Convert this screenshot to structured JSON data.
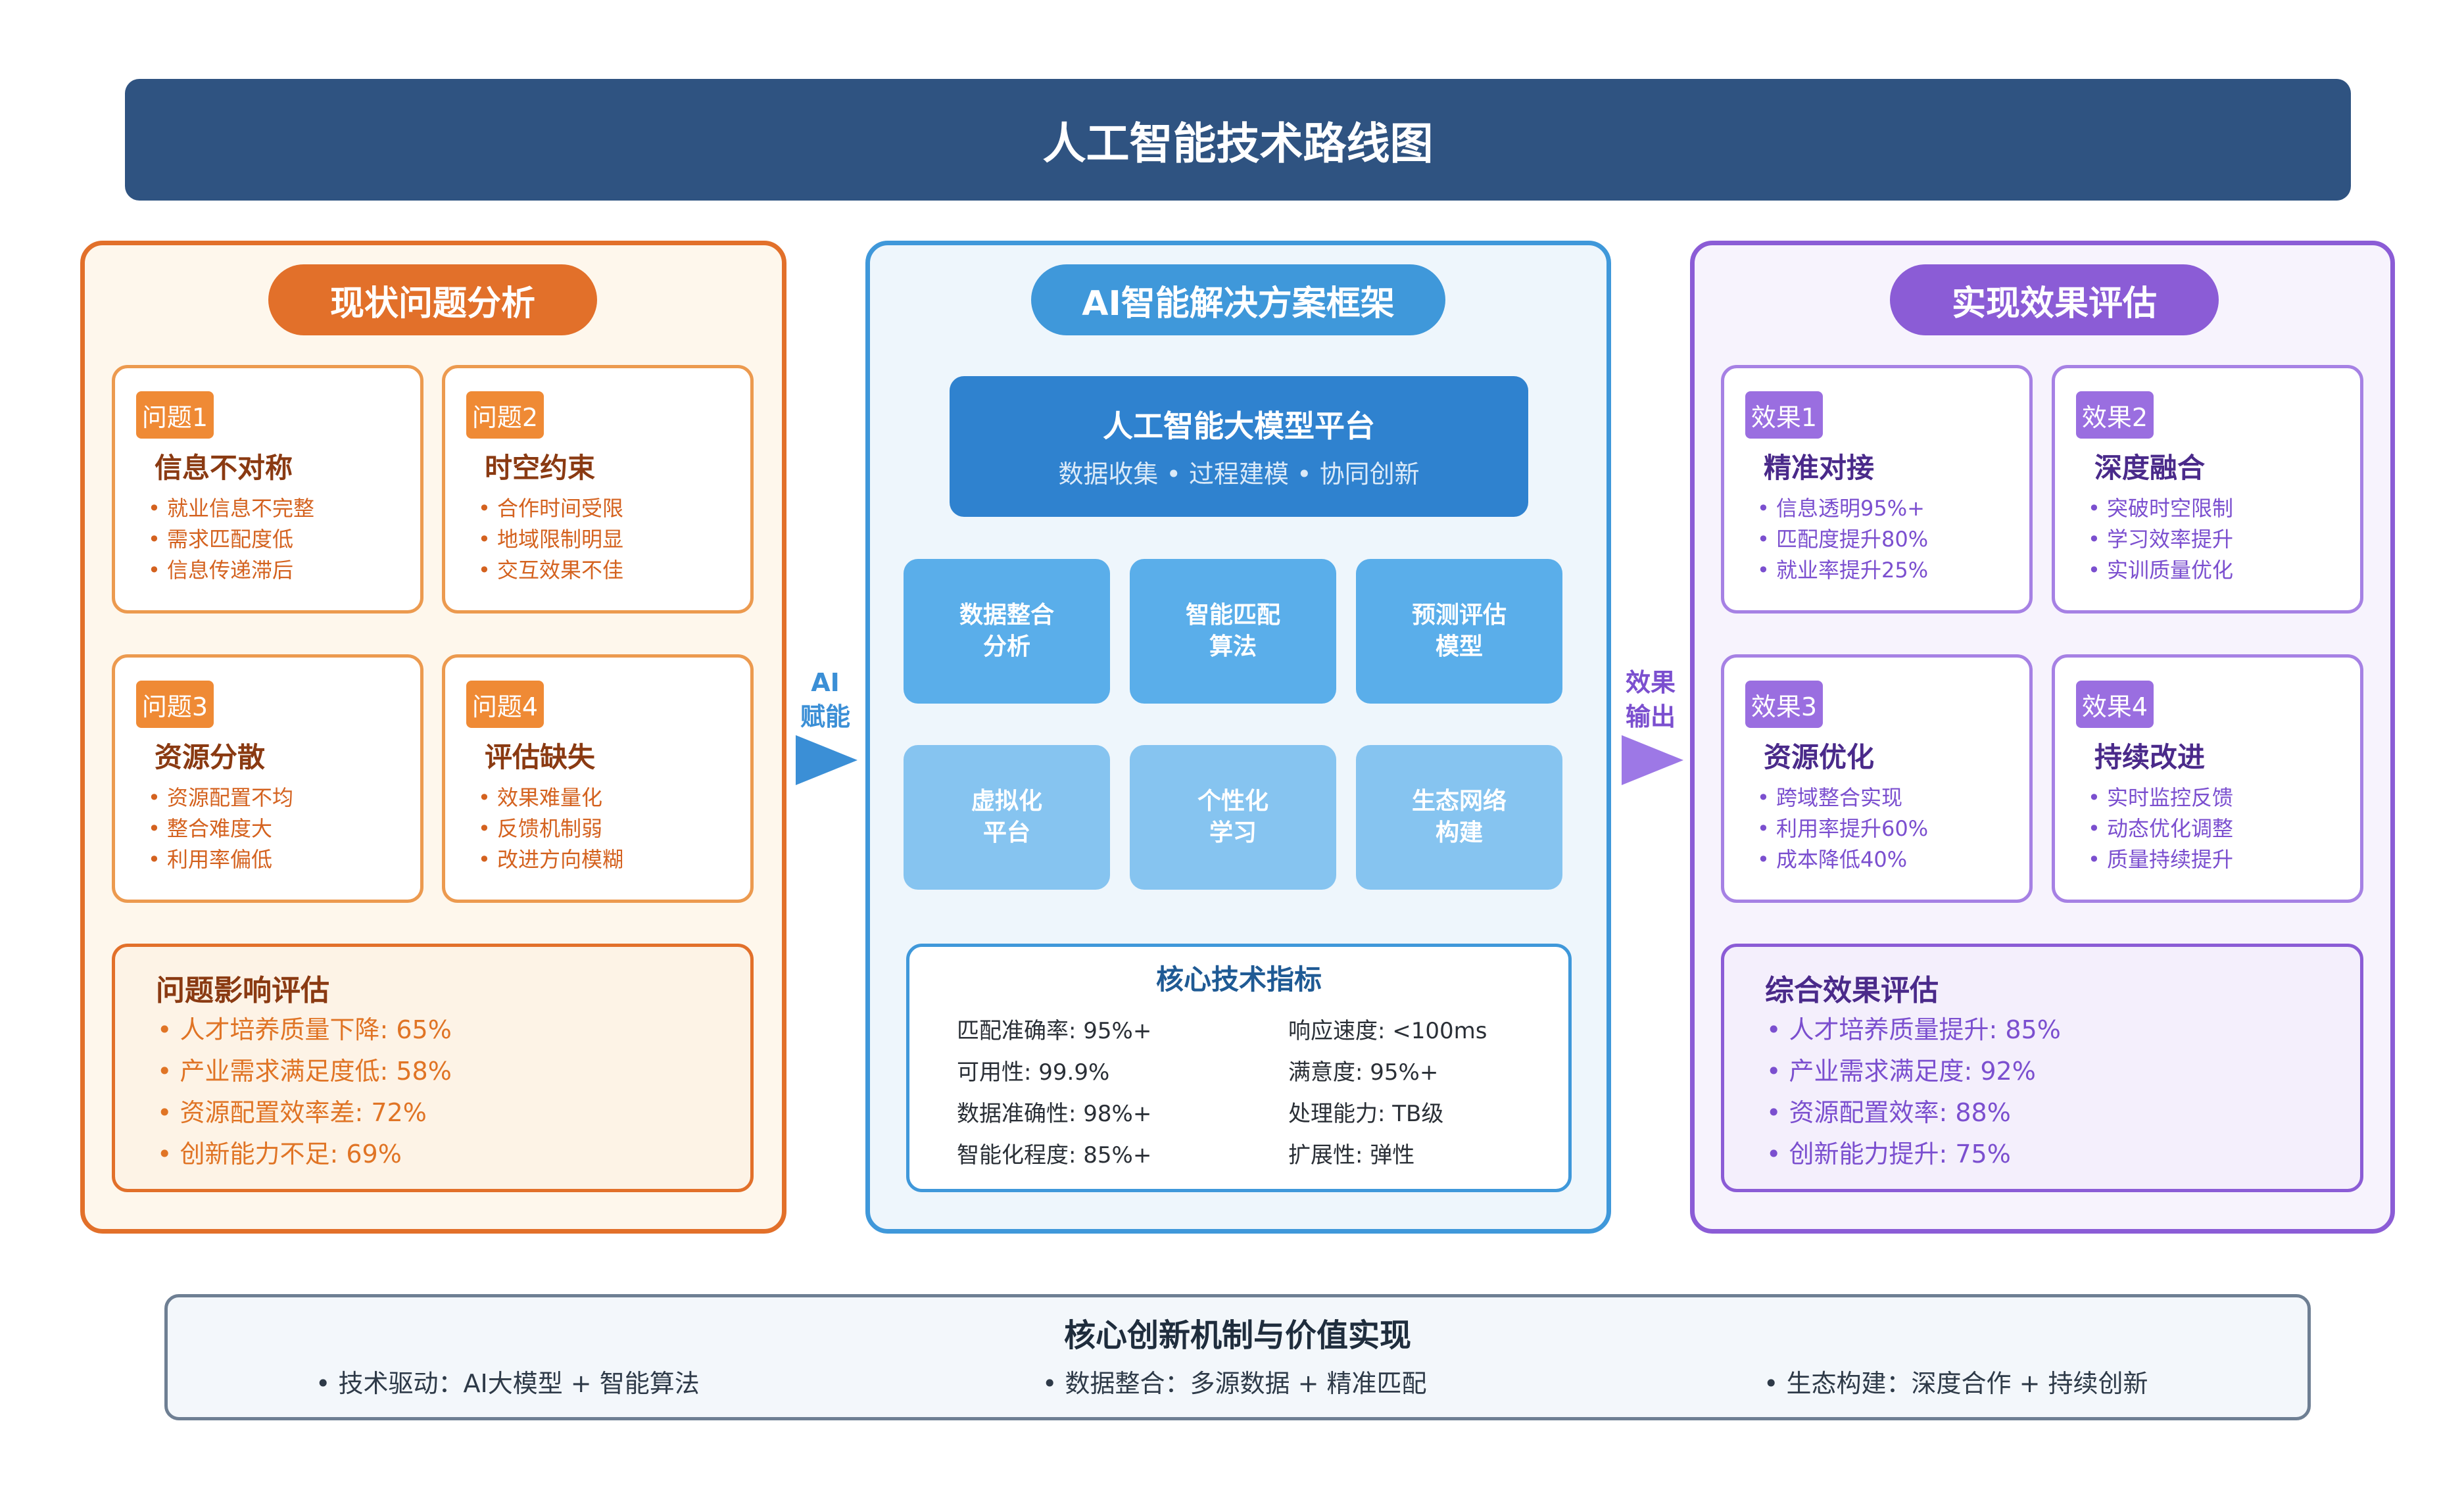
{
  "title": "人工智能技术路线图",
  "colors": {
    "left": "#e2702a",
    "mid": "#3f98da",
    "right": "#8b5cd6",
    "header": "#2f5381"
  },
  "left": {
    "header": "现状问题分析",
    "cards": [
      {
        "tag": "问题1",
        "title": "信息不对称",
        "items": [
          "• 就业信息不完整",
          "• 需求匹配度低",
          "• 信息传递滞后"
        ]
      },
      {
        "tag": "问题2",
        "title": "时空约束",
        "items": [
          "• 合作时间受限",
          "• 地域限制明显",
          "• 交互效果不佳"
        ]
      },
      {
        "tag": "问题3",
        "title": "资源分散",
        "items": [
          "• 资源配置不均",
          "• 整合难度大",
          "• 利用率偏低"
        ]
      },
      {
        "tag": "问题4",
        "title": "评估缺失",
        "items": [
          "• 效果难量化",
          "• 反馈机制弱",
          "• 改进方向模糊"
        ]
      }
    ],
    "impact": {
      "title": "问题影响评估",
      "items": [
        "• 人才培养质量下降: 65%",
        "• 产业需求满足度低: 58%",
        "• 资源配置效率差: 72%",
        "• 创新能力不足: 69%"
      ]
    }
  },
  "arrow1": {
    "line1": "AI",
    "line2": "赋能"
  },
  "arrow2": {
    "line1": "效果",
    "line2": "输出"
  },
  "mid": {
    "header": "AI智能解决方案框架",
    "platform": {
      "title": "人工智能大模型平台",
      "subtitle": "数据收集 • 过程建模 • 协同创新"
    },
    "modules": [
      {
        "l1": "数据整合",
        "l2": "分析"
      },
      {
        "l1": "智能匹配",
        "l2": "算法"
      },
      {
        "l1": "预测评估",
        "l2": "模型"
      },
      {
        "l1": "虚拟化",
        "l2": "平台"
      },
      {
        "l1": "个性化",
        "l2": "学习"
      },
      {
        "l1": "生态网络",
        "l2": "构建"
      }
    ],
    "metrics": {
      "title": "核心技术指标",
      "items": [
        "匹配准确率: 95%+",
        "响应速度: <100ms",
        "可用性: 99.9%",
        "满意度: 95%+",
        "数据准确性: 98%+",
        "处理能力: TB级",
        "智能化程度: 85%+",
        "扩展性: 弹性"
      ]
    }
  },
  "right": {
    "header": "实现效果评估",
    "cards": [
      {
        "tag": "效果1",
        "title": "精准对接",
        "items": [
          "• 信息透明95%+",
          "• 匹配度提升80%",
          "• 就业率提升25%"
        ]
      },
      {
        "tag": "效果2",
        "title": "深度融合",
        "items": [
          "• 突破时空限制",
          "• 学习效率提升",
          "• 实训质量优化"
        ]
      },
      {
        "tag": "效果3",
        "title": "资源优化",
        "items": [
          "• 跨域整合实现",
          "• 利用率提升60%",
          "• 成本降低40%"
        ]
      },
      {
        "tag": "效果4",
        "title": "持续改进",
        "items": [
          "• 实时监控反馈",
          "• 动态优化调整",
          "• 质量持续提升"
        ]
      }
    ],
    "impact": {
      "title": "综合效果评估",
      "items": [
        "• 人才培养质量提升: 85%",
        "• 产业需求满足度: 92%",
        "• 资源配置效率: 88%",
        "• 创新能力提升: 75%"
      ]
    }
  },
  "bottom": {
    "title": "核心创新机制与价值实现",
    "items": [
      "• 技术驱动：AI大模型 + 智能算法",
      "• 数据整合：多源数据 + 精准匹配",
      "• 生态构建：深度合作 + 持续创新"
    ]
  }
}
